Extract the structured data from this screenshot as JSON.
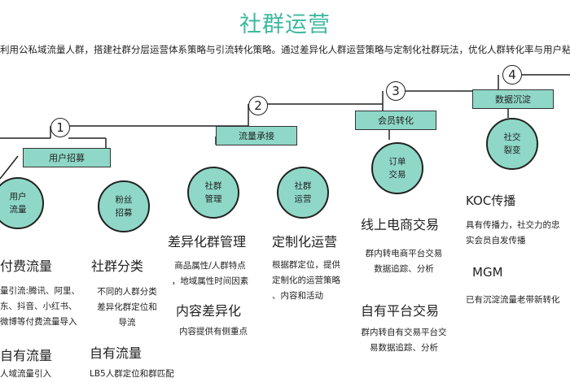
{
  "title": "社群运营",
  "intro": "利用公私域流量人群，搭建社群分层运营体系策略与引流转化策略。通过差异化人群运营策略与定制化社群玩法，优化人群转化率与用户粘",
  "steps": [
    {
      "num": "1",
      "label": "用户招募"
    },
    {
      "num": "2",
      "label": "流量承接"
    },
    {
      "num": "3",
      "label": "会员转化"
    },
    {
      "num": "4",
      "label": "数据沉淀"
    }
  ],
  "circles": {
    "c1": "用户\n流量",
    "c2": "粉丝\n招募",
    "c3": "社群\n管理",
    "c4": "社群\n运营",
    "c5": "订单\n交易",
    "c6": "社交\n裂变"
  },
  "col1": {
    "h1": "付费流量",
    "p1": "量引流:腾讯、阿里、\n东、抖音、小红书、\n微博等付费流量导入",
    "h2": "自有流量",
    "p2": "人域流量引入"
  },
  "col2": {
    "h1": "社群分类",
    "p1": "不同的人群分类\n差异化群定位和\n导流",
    "h2": "自有流量",
    "p2": "LB5人群定位和群匹配"
  },
  "col3": {
    "h1": "差异化群管理",
    "p1": "商品属性/人群特点\n，地域属性时间因素",
    "h2": "内容差异化",
    "p2": "内容提供有侧重点"
  },
  "col4": {
    "h1": "定制化运营",
    "p1": "根据群定位，提供\n定制化的运营策略\n、内容和活动"
  },
  "col5": {
    "h1": "线上电商交易",
    "p1": "群内转电商平台交易\n数据追踪、分析",
    "h2": "自有平台交易",
    "p2": "群内转自有交易平台交\n易数据追踪、分析"
  },
  "col6": {
    "h1": "KOC传播",
    "p1": "具有传播力，社交力的忠\n实会员自发传播",
    "h2": "MGM",
    "p2": "已有沉淀流量老带新转化"
  }
}
